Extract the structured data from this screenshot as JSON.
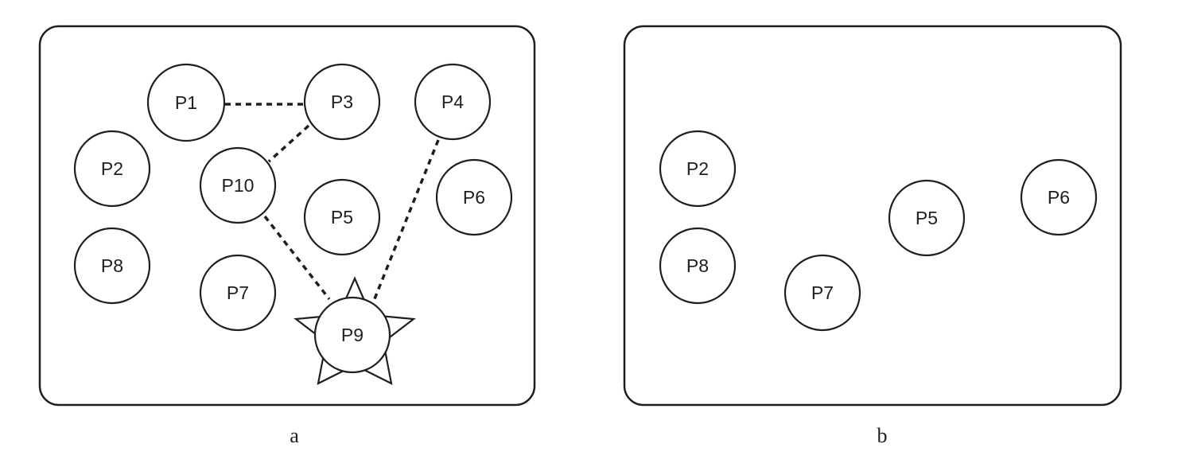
{
  "panels": [
    {
      "id": "a",
      "caption": "a",
      "nodes": [
        {
          "id": "P1",
          "label": "P1"
        },
        {
          "id": "P2",
          "label": "P2"
        },
        {
          "id": "P3",
          "label": "P3"
        },
        {
          "id": "P4",
          "label": "P4"
        },
        {
          "id": "P5",
          "label": "P5"
        },
        {
          "id": "P6",
          "label": "P6"
        },
        {
          "id": "P7",
          "label": "P7"
        },
        {
          "id": "P8",
          "label": "P8"
        },
        {
          "id": "P9",
          "label": "P9",
          "shape": "star"
        },
        {
          "id": "P10",
          "label": "P10"
        }
      ],
      "edges": [
        {
          "from": "P1",
          "to": "P3",
          "style": "dashed"
        },
        {
          "from": "P3",
          "to": "P10",
          "style": "dashed"
        },
        {
          "from": "P10",
          "to": "P9",
          "style": "dashed"
        },
        {
          "from": "P4",
          "to": "P9",
          "style": "dashed"
        }
      ]
    },
    {
      "id": "b",
      "caption": "b",
      "nodes": [
        {
          "id": "P2",
          "label": "P2"
        },
        {
          "id": "P5",
          "label": "P5"
        },
        {
          "id": "P6",
          "label": "P6"
        },
        {
          "id": "P7",
          "label": "P7"
        },
        {
          "id": "P8",
          "label": "P8"
        }
      ],
      "edges": []
    }
  ],
  "colors": {
    "stroke": "#1f1f1f",
    "fill": "#ffffff"
  }
}
